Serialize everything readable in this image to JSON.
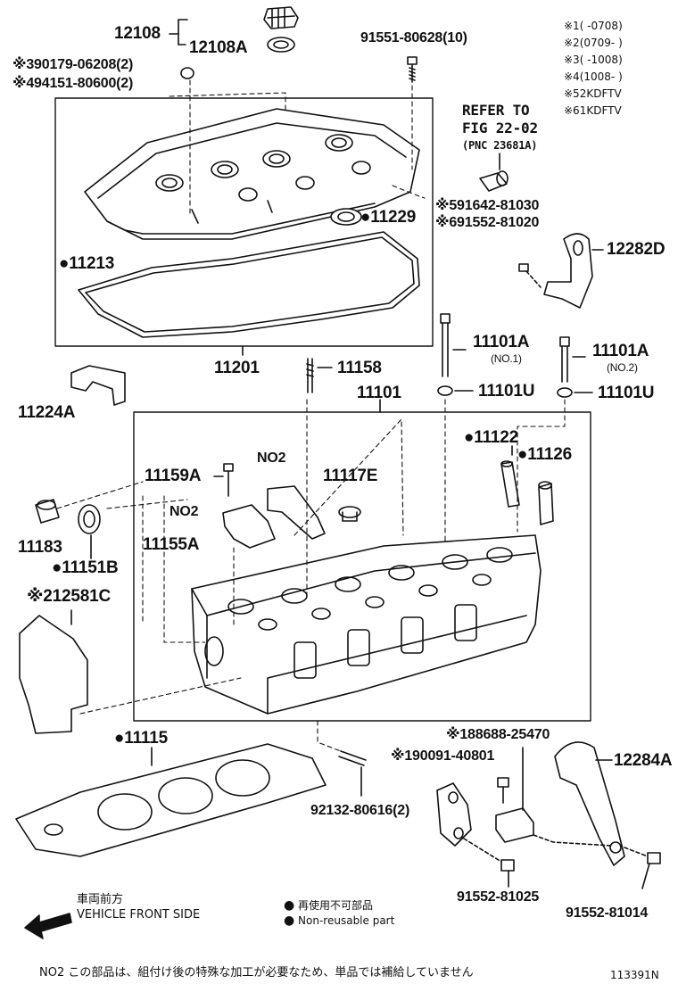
{
  "variant_notes": [
    {
      "mark": "※1",
      "text": "(      -0708)"
    },
    {
      "mark": "※2",
      "text": "(0709-      )"
    },
    {
      "mark": "※3",
      "text": "(      -1008)"
    },
    {
      "mark": "※4",
      "text": "(1008-      )"
    },
    {
      "mark": "※5",
      "text": "2KDFTV"
    },
    {
      "mark": "※6",
      "text": "1KDFTV"
    }
  ],
  "reference": {
    "line1": "REFER TO",
    "line2": "FIG 22-02",
    "line3": "(PNC 23681A)"
  },
  "parts": {
    "p12108": "12108",
    "p12108a": "12108A",
    "p91551": "91551-80628(10)",
    "p90179": "※390179-06208(2)",
    "p94151": "※494151-80600(2)",
    "p91642": "※591642-81030",
    "p91552_81020": "※691552-81020",
    "p11229": "●11229",
    "p12282d": "12282D",
    "p11213": "●11213",
    "p11201": "11201",
    "p11158": "11158",
    "p11101a_1": "11101A",
    "p11101a_1_sub": "(NO.1)",
    "p11101a_2": "11101A",
    "p11101a_2_sub": "(NO.2)",
    "p11101u_1": "11101U",
    "p11101u_2": "11101U",
    "p11224a": "11224A",
    "p11101": "11101",
    "p11122": "●11122",
    "p11126": "●11126",
    "p11159a": "11159A",
    "p_no2_upper": "NO2",
    "p11117e": "11117E",
    "p_no2_lower": "NO2",
    "p11155a": "11155A",
    "p11183": "11183",
    "p11151b": "●11151B",
    "p12581c": "※212581C",
    "p11115": "●11115",
    "p88688": "※188688-25470",
    "p90091": "※190091-40801",
    "p12284a": "12284A",
    "p92132": "92132-80616(2)",
    "p91552_81025": "91552-81025",
    "p91552_81014": "91552-81014"
  },
  "direction": {
    "jp": "車両前方",
    "en": "VEHICLE FRONT SIDE"
  },
  "legend": {
    "jp": "再使用不可部品",
    "en": "Non-reusable part",
    "bullet": "●"
  },
  "footer": {
    "note": "NO2 この部品は、組付け後の特殊な加工が必要なため、単品では補給していません",
    "figure_id": "113391N"
  }
}
